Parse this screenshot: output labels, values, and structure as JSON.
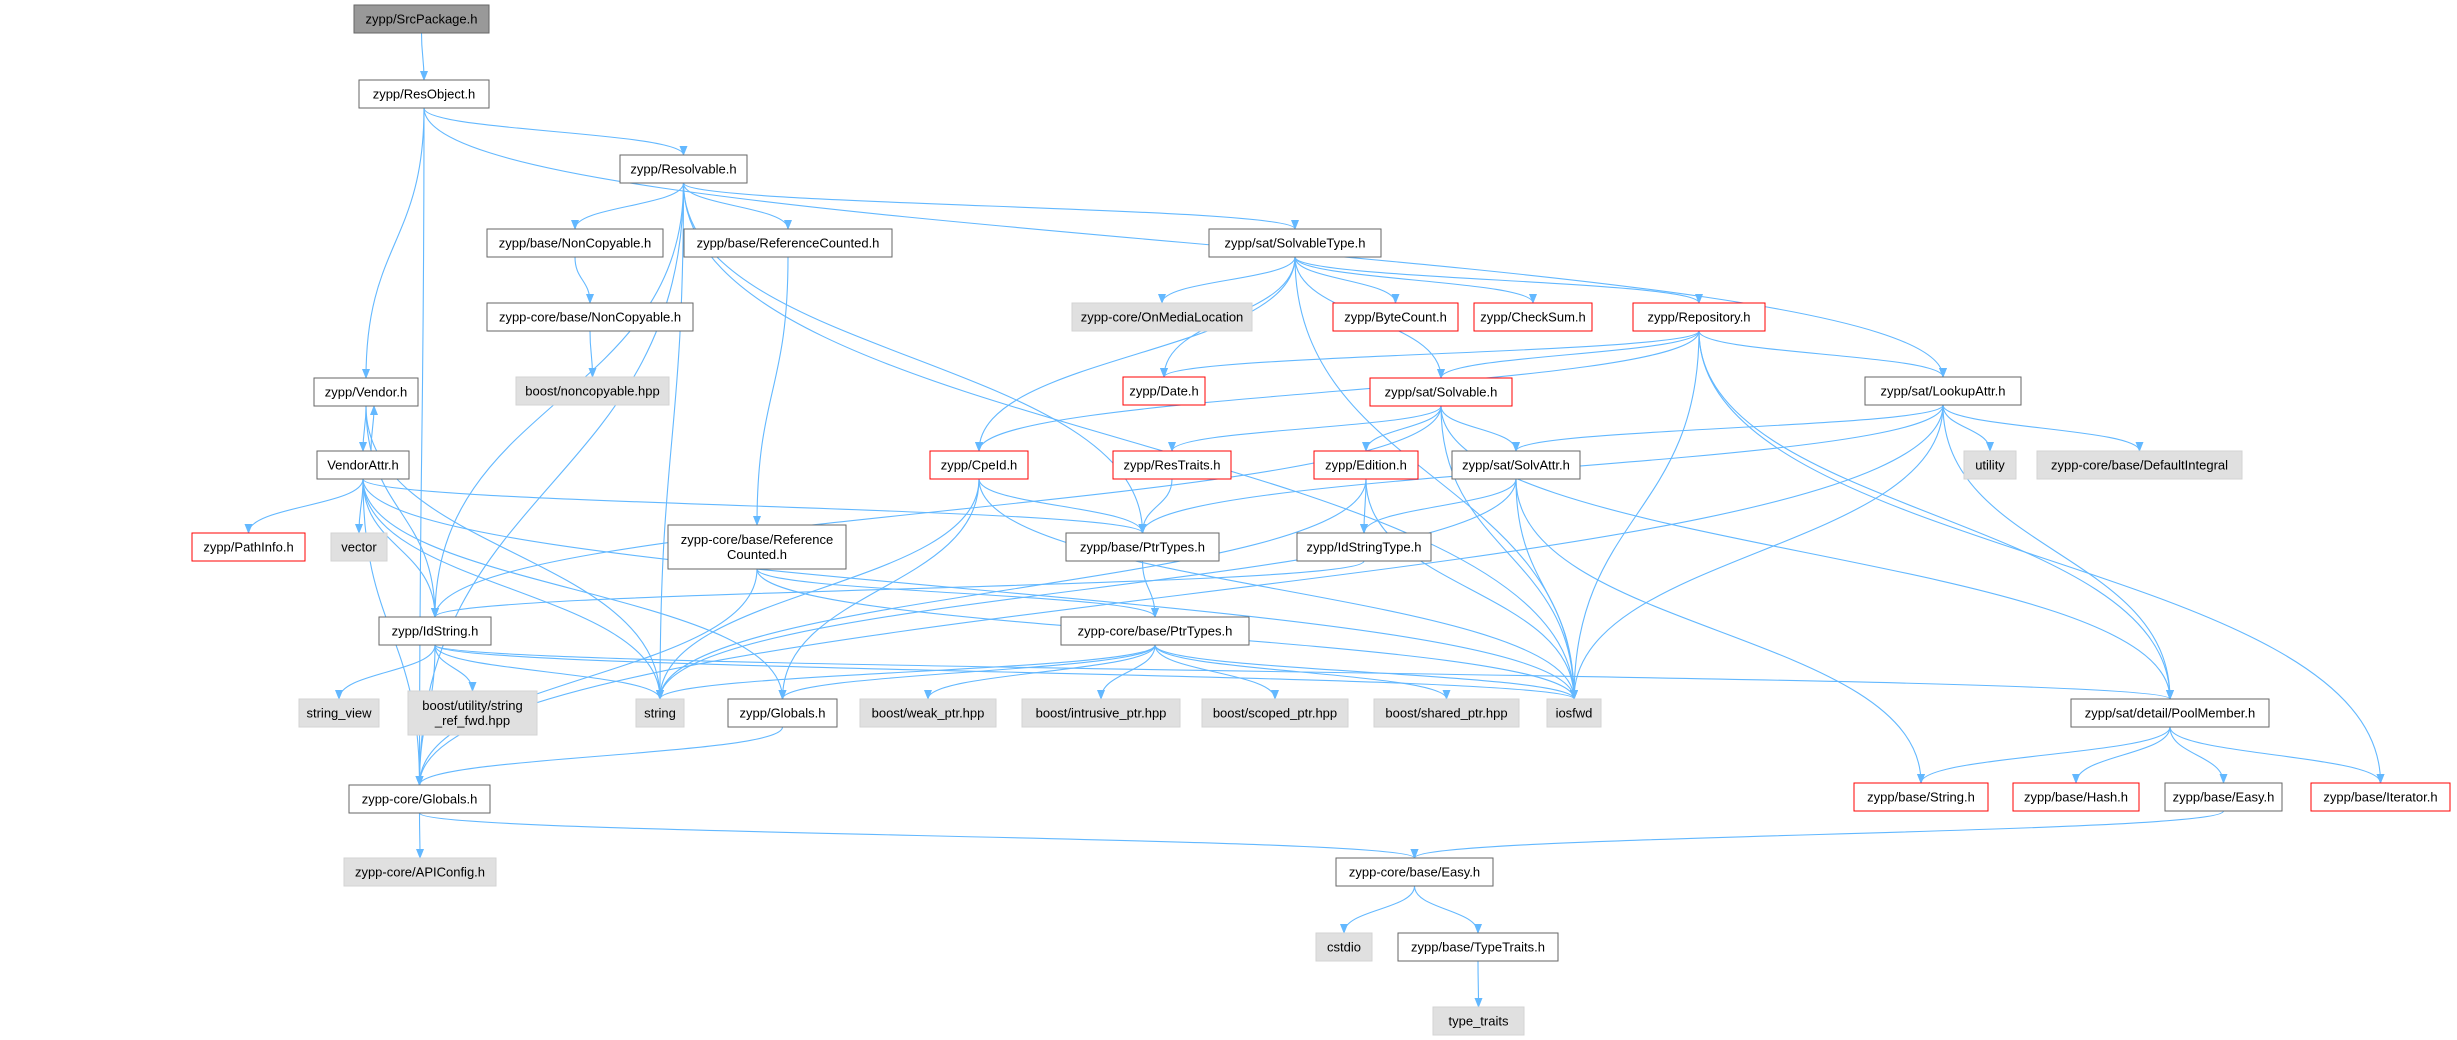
{
  "styles": {
    "normal": {
      "fill": "#ffffff",
      "stroke": "#666666"
    },
    "system": {
      "fill": "#e0e0e0",
      "stroke": "#d3d3d3"
    },
    "truncated": {
      "fill": "#ffffff",
      "stroke": "#ff0000"
    },
    "root": {
      "fill": "#999999",
      "stroke": "#666666"
    },
    "edge_color": "#63b8ff"
  },
  "nodes": [
    {
      "id": "n0",
      "lines": [
        "zypp/SrcPackage.h"
      ],
      "style": "root"
    },
    {
      "id": "n1",
      "lines": [
        "zypp/ResObject.h"
      ],
      "style": "normal"
    },
    {
      "id": "n2",
      "lines": [
        "zypp/Resolvable.h"
      ],
      "style": "normal"
    },
    {
      "id": "n3",
      "lines": [
        "zypp/base/NonCopyable.h"
      ],
      "style": "normal"
    },
    {
      "id": "n4",
      "lines": [
        "zypp/base/ReferenceCounted.h"
      ],
      "style": "normal"
    },
    {
      "id": "n5",
      "lines": [
        "zypp/sat/SolvableType.h"
      ],
      "style": "normal"
    },
    {
      "id": "n6",
      "lines": [
        "zypp-core/base/NonCopyable.h"
      ],
      "style": "normal"
    },
    {
      "id": "n7",
      "lines": [
        "boost/noncopyable.hpp"
      ],
      "style": "system"
    },
    {
      "id": "n8",
      "lines": [
        "zypp-core/OnMediaLocation"
      ],
      "style": "system"
    },
    {
      "id": "n9",
      "lines": [
        "zypp/ByteCount.h"
      ],
      "style": "truncated"
    },
    {
      "id": "n10",
      "lines": [
        "zypp/CheckSum.h"
      ],
      "style": "truncated"
    },
    {
      "id": "n11",
      "lines": [
        "zypp/Repository.h"
      ],
      "style": "truncated"
    },
    {
      "id": "n12",
      "lines": [
        "zypp/Vendor.h"
      ],
      "style": "normal"
    },
    {
      "id": "n13",
      "lines": [
        "zypp/Date.h"
      ],
      "style": "truncated"
    },
    {
      "id": "n14",
      "lines": [
        "zypp/sat/Solvable.h"
      ],
      "style": "truncated"
    },
    {
      "id": "n15",
      "lines": [
        "zypp/sat/LookupAttr.h"
      ],
      "style": "normal"
    },
    {
      "id": "n16",
      "lines": [
        "VendorAttr.h"
      ],
      "style": "normal"
    },
    {
      "id": "n17",
      "lines": [
        "zypp/CpeId.h"
      ],
      "style": "truncated"
    },
    {
      "id": "n18",
      "lines": [
        "zypp/ResTraits.h"
      ],
      "style": "truncated"
    },
    {
      "id": "n19",
      "lines": [
        "zypp/Edition.h"
      ],
      "style": "truncated"
    },
    {
      "id": "n20",
      "lines": [
        "zypp/sat/SolvAttr.h"
      ],
      "style": "normal"
    },
    {
      "id": "n21",
      "lines": [
        "utility"
      ],
      "style": "system"
    },
    {
      "id": "n22",
      "lines": [
        "zypp-core/base/DefaultIntegral"
      ],
      "style": "system"
    },
    {
      "id": "n23",
      "lines": [
        "zypp/PathInfo.h"
      ],
      "style": "truncated"
    },
    {
      "id": "n24",
      "lines": [
        "vector"
      ],
      "style": "system"
    },
    {
      "id": "n25",
      "lines": [
        "zypp-core/base/Reference",
        "Counted.h"
      ],
      "style": "normal"
    },
    {
      "id": "n26",
      "lines": [
        "zypp/base/PtrTypes.h"
      ],
      "style": "normal"
    },
    {
      "id": "n27",
      "lines": [
        "zypp/IdStringType.h"
      ],
      "style": "normal"
    },
    {
      "id": "n28",
      "lines": [
        "zypp/IdString.h"
      ],
      "style": "normal"
    },
    {
      "id": "n29",
      "lines": [
        "zypp-core/base/PtrTypes.h"
      ],
      "style": "normal"
    },
    {
      "id": "n30",
      "lines": [
        "string_view"
      ],
      "style": "system"
    },
    {
      "id": "n31",
      "lines": [
        "boost/utility/string",
        "_ref_fwd.hpp"
      ],
      "style": "system"
    },
    {
      "id": "n32",
      "lines": [
        "string"
      ],
      "style": "system"
    },
    {
      "id": "n33",
      "lines": [
        "zypp/Globals.h"
      ],
      "style": "normal"
    },
    {
      "id": "n34",
      "lines": [
        "boost/weak_ptr.hpp"
      ],
      "style": "system"
    },
    {
      "id": "n35",
      "lines": [
        "boost/intrusive_ptr.hpp"
      ],
      "style": "system"
    },
    {
      "id": "n36",
      "lines": [
        "boost/scoped_ptr.hpp"
      ],
      "style": "system"
    },
    {
      "id": "n37",
      "lines": [
        "boost/shared_ptr.hpp"
      ],
      "style": "system"
    },
    {
      "id": "n38",
      "lines": [
        "iosfwd"
      ],
      "style": "system"
    },
    {
      "id": "n39",
      "lines": [
        "zypp/sat/detail/PoolMember.h"
      ],
      "style": "normal"
    },
    {
      "id": "n40",
      "lines": [
        "zypp-core/Globals.h"
      ],
      "style": "normal"
    },
    {
      "id": "n41",
      "lines": [
        "zypp/base/String.h"
      ],
      "style": "truncated"
    },
    {
      "id": "n42",
      "lines": [
        "zypp/base/Hash.h"
      ],
      "style": "truncated"
    },
    {
      "id": "n43",
      "lines": [
        "zypp/base/Easy.h"
      ],
      "style": "normal"
    },
    {
      "id": "n44",
      "lines": [
        "zypp/base/Iterator.h"
      ],
      "style": "truncated"
    },
    {
      "id": "n45",
      "lines": [
        "zypp-core/APIConfig.h"
      ],
      "style": "system"
    },
    {
      "id": "n46",
      "lines": [
        "zypp-core/base/Easy.h"
      ],
      "style": "normal"
    },
    {
      "id": "n47",
      "lines": [
        "cstdio"
      ],
      "style": "system"
    },
    {
      "id": "n48",
      "lines": [
        "zypp/base/TypeTraits.h"
      ],
      "style": "normal"
    },
    {
      "id": "n49",
      "lines": [
        "type_traits"
      ],
      "style": "system"
    }
  ],
  "edges": [
    [
      "n0",
      "n1"
    ],
    [
      "n1",
      "n2"
    ],
    [
      "n1",
      "n12"
    ],
    [
      "n1",
      "n15"
    ],
    [
      "n1",
      "n40"
    ],
    [
      "n2",
      "n3"
    ],
    [
      "n2",
      "n4"
    ],
    [
      "n2",
      "n5"
    ],
    [
      "n2",
      "n26"
    ],
    [
      "n2",
      "n28"
    ],
    [
      "n2",
      "n32"
    ],
    [
      "n2",
      "n38"
    ],
    [
      "n2",
      "n40"
    ],
    [
      "n3",
      "n6"
    ],
    [
      "n6",
      "n7"
    ],
    [
      "n4",
      "n25"
    ],
    [
      "n5",
      "n8"
    ],
    [
      "n5",
      "n9"
    ],
    [
      "n5",
      "n10"
    ],
    [
      "n5",
      "n11"
    ],
    [
      "n5",
      "n13"
    ],
    [
      "n5",
      "n14"
    ],
    [
      "n5",
      "n17"
    ],
    [
      "n5",
      "n38"
    ],
    [
      "n11",
      "n13"
    ],
    [
      "n11",
      "n14"
    ],
    [
      "n11",
      "n15"
    ],
    [
      "n11",
      "n17"
    ],
    [
      "n11",
      "n38"
    ],
    [
      "n11",
      "n39"
    ],
    [
      "n11",
      "n44"
    ],
    [
      "n12",
      "n16"
    ],
    [
      "n12",
      "n28"
    ],
    [
      "n12",
      "n32"
    ],
    [
      "n16",
      "n12"
    ],
    [
      "n16",
      "n23"
    ],
    [
      "n16",
      "n24"
    ],
    [
      "n16",
      "n26"
    ],
    [
      "n16",
      "n28"
    ],
    [
      "n16",
      "n32"
    ],
    [
      "n16",
      "n38"
    ],
    [
      "n16",
      "n40"
    ],
    [
      "n16",
      "n33"
    ],
    [
      "n14",
      "n18"
    ],
    [
      "n14",
      "n19"
    ],
    [
      "n14",
      "n20"
    ],
    [
      "n14",
      "n28"
    ],
    [
      "n14",
      "n38"
    ],
    [
      "n14",
      "n39"
    ],
    [
      "n15",
      "n20"
    ],
    [
      "n15",
      "n21"
    ],
    [
      "n15",
      "n22"
    ],
    [
      "n15",
      "n26"
    ],
    [
      "n15",
      "n38"
    ],
    [
      "n15",
      "n39"
    ],
    [
      "n15",
      "n40"
    ],
    [
      "n17",
      "n26"
    ],
    [
      "n17",
      "n32"
    ],
    [
      "n17",
      "n33"
    ],
    [
      "n17",
      "n38"
    ],
    [
      "n18",
      "n26"
    ],
    [
      "n19",
      "n27"
    ],
    [
      "n19",
      "n32"
    ],
    [
      "n19",
      "n38"
    ],
    [
      "n20",
      "n27"
    ],
    [
      "n20",
      "n32"
    ],
    [
      "n20",
      "n38"
    ],
    [
      "n20",
      "n41"
    ],
    [
      "n25",
      "n29"
    ],
    [
      "n25",
      "n38"
    ],
    [
      "n25",
      "n40"
    ],
    [
      "n26",
      "n29"
    ],
    [
      "n27",
      "n28"
    ],
    [
      "n28",
      "n30"
    ],
    [
      "n28",
      "n31"
    ],
    [
      "n28",
      "n32"
    ],
    [
      "n28",
      "n38"
    ],
    [
      "n28",
      "n39"
    ],
    [
      "n28",
      "n40"
    ],
    [
      "n29",
      "n32"
    ],
    [
      "n29",
      "n33"
    ],
    [
      "n29",
      "n34"
    ],
    [
      "n29",
      "n35"
    ],
    [
      "n29",
      "n36"
    ],
    [
      "n29",
      "n37"
    ],
    [
      "n29",
      "n38"
    ],
    [
      "n33",
      "n40"
    ],
    [
      "n39",
      "n41"
    ],
    [
      "n39",
      "n42"
    ],
    [
      "n39",
      "n43"
    ],
    [
      "n39",
      "n44"
    ],
    [
      "n40",
      "n45"
    ],
    [
      "n40",
      "n46"
    ],
    [
      "n43",
      "n46"
    ],
    [
      "n46",
      "n47"
    ],
    [
      "n46",
      "n48"
    ],
    [
      "n48",
      "n49"
    ]
  ]
}
